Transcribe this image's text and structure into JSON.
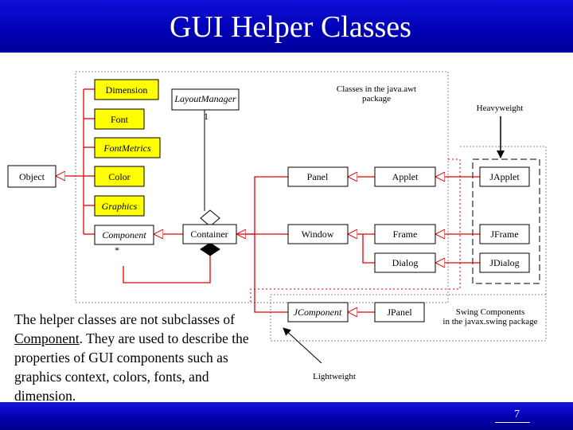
{
  "slide": {
    "title": "GUI Helper Classes",
    "page_number": "7"
  },
  "diagram": {
    "classes": {
      "object": "Object",
      "dimension": "Dimension",
      "font": "Font",
      "font_metrics": "FontMetrics",
      "color": "Color",
      "graphics": "Graphics",
      "component": "Component",
      "layout_manager": "LayoutManager",
      "container": "Container",
      "panel": "Panel",
      "applet": "Applet",
      "japplet": "JApplet",
      "window": "Window",
      "frame": "Frame",
      "jframe": "JFrame",
      "dialog": "Dialog",
      "jdialog": "JDialog",
      "jcomponent": "JComponent",
      "jpanel": "JPanel"
    },
    "multiplicity_one": "1",
    "multiplicity_many": "*",
    "notes": {
      "awt_line1": "Classes in the java.awt",
      "awt_line2": "package",
      "heavyweight": "Heavyweight",
      "swing_line1": "Swing Components",
      "swing_line2": "in the javax.swing package",
      "lightweight": "Lightweight"
    },
    "colors": {
      "helper_fill": "#ffff00",
      "relation_line": "#e00000",
      "awt_border": "#8080c0"
    }
  },
  "body": {
    "text_before": "The helper classes are not subclasses of ",
    "link_word": "Component",
    "text_after": ". They are used to describe the properties of GUI components such as graphics context, colors, fonts, and dimension."
  }
}
